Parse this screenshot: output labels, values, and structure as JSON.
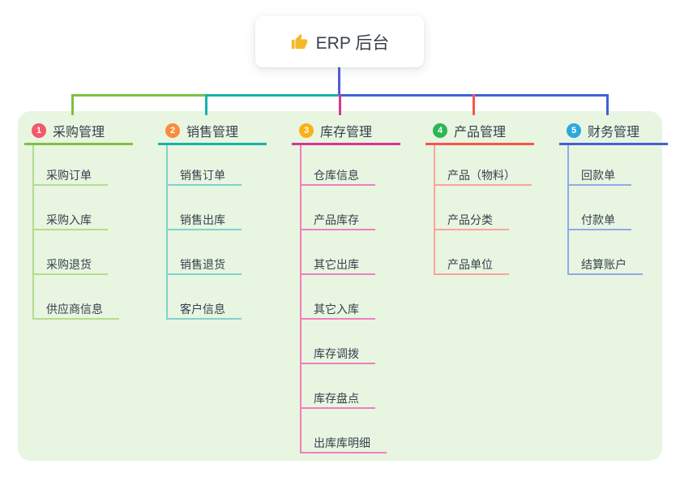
{
  "root": {
    "title": "ERP 后台",
    "icon": "thumbs-up-icon"
  },
  "colors": {
    "root_line": "#4e5cd6",
    "panel_bg": "#e8f5e1",
    "text": "#36414d"
  },
  "branches": [
    {
      "badge": "1",
      "label": "采购管理",
      "badge_color": "#f4576b",
      "line_color": "#7cc23f",
      "child_line_color": "#b4dc8d",
      "children": [
        "采购订单",
        "采购入库",
        "采购退货",
        "供应商信息"
      ]
    },
    {
      "badge": "2",
      "label": "销售管理",
      "badge_color": "#f98c3c",
      "line_color": "#17b3a6",
      "child_line_color": "#7dd4cc",
      "children": [
        "销售订单",
        "销售出库",
        "销售退货",
        "客户信息"
      ]
    },
    {
      "badge": "3",
      "label": "库存管理",
      "badge_color": "#fbb017",
      "line_color": "#d5378f",
      "child_line_color": "#ef7fbd",
      "children": [
        "仓库信息",
        "产品库存",
        "其它出库",
        "其它入库",
        "库存调拨",
        "库存盘点",
        "出库库明细"
      ]
    },
    {
      "badge": "4",
      "label": "产品管理",
      "badge_color": "#2eb554",
      "line_color": "#f8554c",
      "child_line_color": "#fba39c",
      "children": [
        "产品（物料）",
        "产品分类",
        "产品单位"
      ]
    },
    {
      "badge": "5",
      "label": "财务管理",
      "badge_color": "#2ba8df",
      "line_color": "#4062d6",
      "child_line_color": "#8fabe8",
      "children": [
        "回款单",
        "付款单",
        "结算账户"
      ]
    }
  ]
}
